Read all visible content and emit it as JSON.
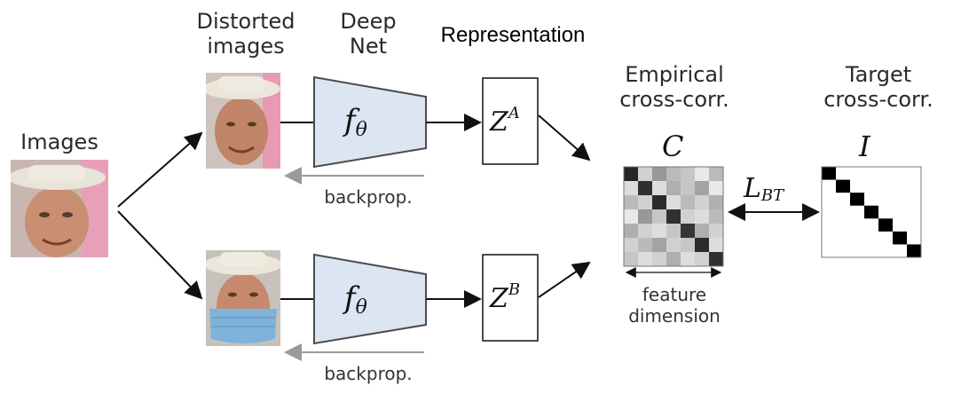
{
  "labels": {
    "images": "Images",
    "distorted_line1": "Distorted",
    "distorted_line2": "images",
    "deepnet_line1": "Deep",
    "deepnet_line2": "Net",
    "representation": "Representation",
    "empirical_line1": "Empirical",
    "empirical_line2": "cross-corr.",
    "target_line1": "Target",
    "target_line2": "cross-corr.",
    "backprop_top": "backprop.",
    "backprop_bottom": "backprop.",
    "feature_line1": "feature",
    "feature_line2": "dimension"
  },
  "math": {
    "f_theta": "f",
    "theta": "θ",
    "z": "Z",
    "z_a_sup": "A",
    "z_b_sup": "B",
    "C": "C",
    "I": "I",
    "L": "L",
    "L_sub": "BT"
  },
  "colors": {
    "net_fill": "#dce6f2",
    "net_stroke": "#4a4a4a",
    "line": "#111111",
    "backprop_arrow": "#9a9a9a",
    "mask": "#7fb3d9"
  },
  "empirical_matrix": [
    [
      0.95,
      0.2,
      0.45,
      0.3,
      0.25,
      0.1,
      0.3
    ],
    [
      0.15,
      0.9,
      0.15,
      0.35,
      0.25,
      0.4,
      0.1
    ],
    [
      0.3,
      0.2,
      0.92,
      0.15,
      0.3,
      0.2,
      0.35
    ],
    [
      0.1,
      0.45,
      0.25,
      0.9,
      0.2,
      0.15,
      0.3
    ],
    [
      0.35,
      0.2,
      0.15,
      0.25,
      0.88,
      0.35,
      0.2
    ],
    [
      0.2,
      0.3,
      0.4,
      0.2,
      0.25,
      0.92,
      0.15
    ],
    [
      0.25,
      0.15,
      0.2,
      0.35,
      0.15,
      0.2,
      0.9
    ]
  ],
  "target_matrix_size": 7
}
